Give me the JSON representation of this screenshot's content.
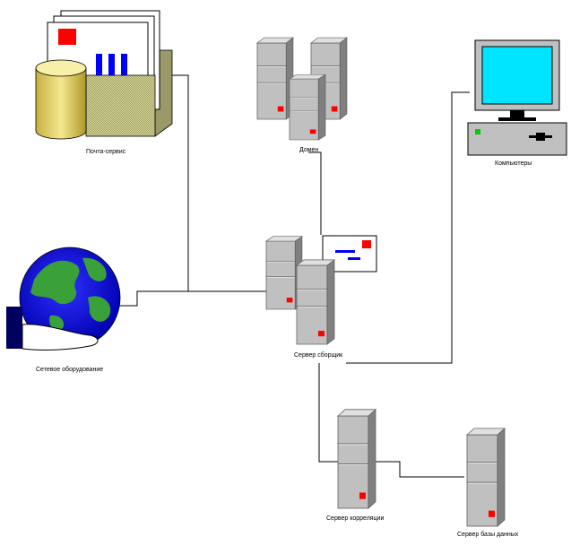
{
  "nodes": {
    "mail": {
      "label": "Почта-сервис",
      "icon": "mail-service-icon"
    },
    "domain": {
      "label": "Домен",
      "icon": "server-cluster-icon"
    },
    "computers": {
      "label": "Компьютеры",
      "icon": "desktop-computer-icon"
    },
    "network": {
      "label": "Сетевое оборудование",
      "icon": "globe-in-hand-icon"
    },
    "collector": {
      "label": "Сервер сборщик",
      "icon": "server-with-message-icon"
    },
    "correlation": {
      "label": "Сервер корреляции",
      "icon": "server-icon"
    },
    "database": {
      "label": "Сервер базы данных",
      "icon": "server-icon"
    }
  },
  "colors": {
    "line": "#000000",
    "server_body": "#c0c0c0",
    "server_side": "#808080",
    "server_top": "#e0e0e0",
    "indicator": "#ff0000",
    "accent_blue": "#0000ff",
    "globe_ocean": "#1515d0",
    "globe_land": "#3aa03a",
    "screen": "#00e5ff",
    "database_yellow": "#f0e080"
  }
}
